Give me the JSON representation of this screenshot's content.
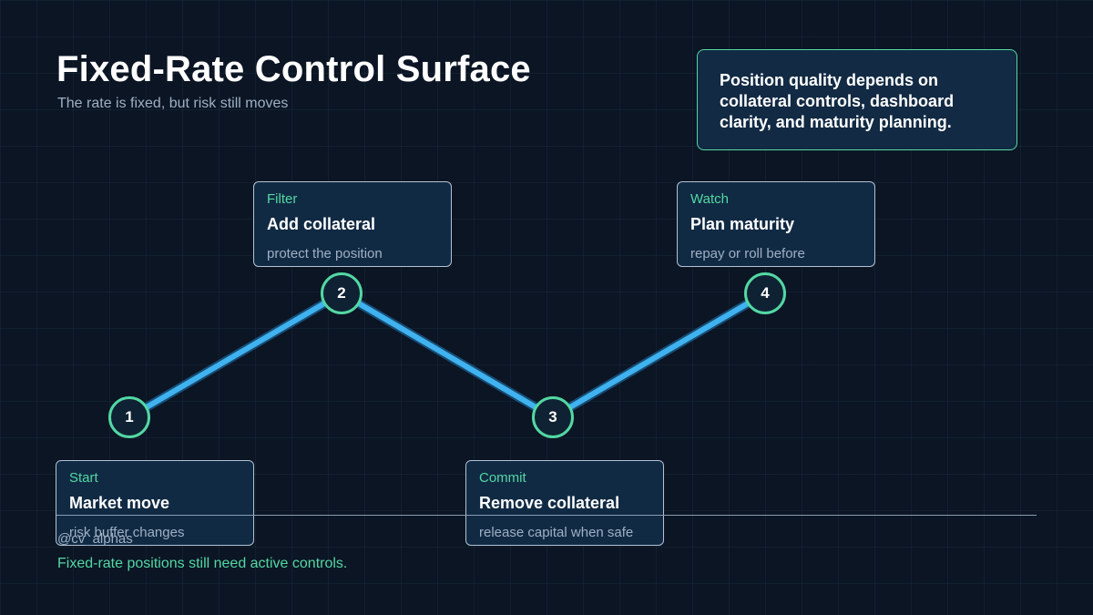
{
  "header": {
    "title": "Fixed-Rate Control Surface",
    "subtitle": "The rate is fixed, but risk still moves"
  },
  "callout": {
    "text": "Position quality depends on collateral controls, dashboard clarity, and maturity planning."
  },
  "colors": {
    "background": "#0b1524",
    "accent_green": "#53d8a3",
    "connector_blue": "#3fb2ef",
    "card_fill": "#112a44"
  },
  "steps": [
    {
      "number": "1",
      "kicker": "Start",
      "heading": "Market move",
      "detail": "risk buffer changes"
    },
    {
      "number": "2",
      "kicker": "Filter",
      "heading": "Add collateral",
      "detail": "protect the position"
    },
    {
      "number": "3",
      "kicker": "Commit",
      "heading": "Remove collateral",
      "detail": "release capital when safe"
    },
    {
      "number": "4",
      "kicker": "Watch",
      "heading": "Plan maturity",
      "detail": "repay or roll before"
    }
  ],
  "footer": {
    "handle": "@cv_alphas",
    "note": "Fixed-rate positions still need active controls."
  }
}
